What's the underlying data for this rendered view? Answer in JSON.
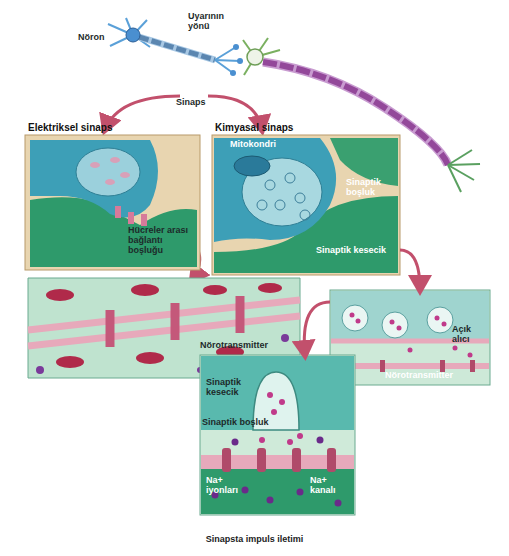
{
  "diagram": {
    "caption": "Sinapsta impuls iletimi",
    "nodes": [
      {
        "text": [
          "Elektriksel sinaps",
          "Hücreler arası bağlantı boşluğu"
        ]
      },
      {
        "text": [
          "Kimyasal sinaps",
          "Mitokondri",
          "Sinaptik boşluk",
          "Sinaptik kesecik"
        ]
      },
      {
        "text": [
          "Açık alıcı",
          "Nörotransmitter"
        ]
      },
      {
        "text": [
          "Nörotransmitter",
          "Sinaptik kesecik",
          "Sinaptik boşluk",
          "Na+ iyonları",
          "Na+ kanalı"
        ]
      }
    ],
    "edges": [
      {
        "from": 1,
        "to": 2,
        "arrow": "to"
      },
      {
        "from": 2,
        "to": 3,
        "arrow": "to"
      }
    ],
    "labels": [
      "Nöron",
      "Uyarının yönü",
      "Sinaps"
    ]
  }
}
